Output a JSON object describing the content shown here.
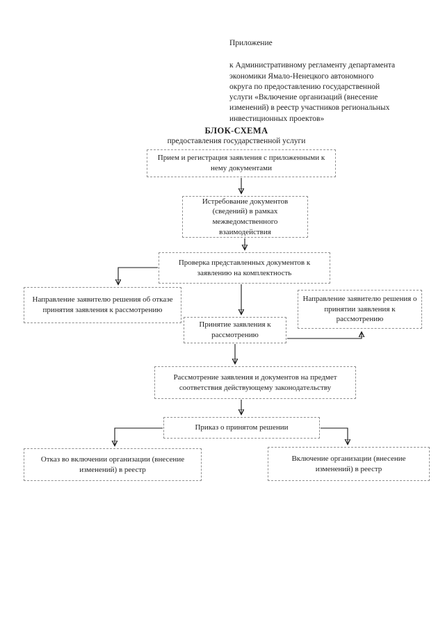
{
  "header": {
    "appendix_label": "Приложение",
    "appendix_lines": [
      "к Административному регламенту департамента",
      "экономики Ямало-Ненецкого автономного",
      "округа по предоставлению государственной",
      "услуги «Включение организаций (внесение",
      "изменений) в реестр участников региональных",
      "инвестиционных  проектов»"
    ]
  },
  "title_block": {
    "title": "БЛОК-СХЕМА",
    "subtitle": "предоставления государственной услуги"
  },
  "flowchart": {
    "nodes": [
      {
        "id": "intake",
        "label": "Прием и регистрация заявления с приложенными к нему документами"
      },
      {
        "id": "interagency-request",
        "label": "Истребование документов (сведений) в рамках межведомственного взаимодействия"
      },
      {
        "id": "completeness-check",
        "label": "Проверка представленных документов к заявлению на комплектность"
      },
      {
        "id": "refusal-notice",
        "label": "Направление заявителю решения об отказе принятия заявления к рассмотрению"
      },
      {
        "id": "acceptance-notice",
        "label": "Направление заявителю решения о принятии заявления к рассмотрению"
      },
      {
        "id": "acceptance",
        "label": "Принятие заявления к рассмотрению"
      },
      {
        "id": "review",
        "label": "Рассмотрение заявления и документов на предмет соответствия действующему законодательству"
      },
      {
        "id": "order",
        "label": "Приказ о принятом решении"
      },
      {
        "id": "refusal-result",
        "label": "Отказ во включении организации (внесение изменений) в реестр"
      },
      {
        "id": "inclusion-result",
        "label": "Включение организации (внесение изменений) в реестр"
      }
    ],
    "edges": [
      {
        "from": "intake",
        "to": "interagency-request"
      },
      {
        "from": "interagency-request",
        "to": "completeness-check"
      },
      {
        "from": "completeness-check",
        "to": "refusal-notice"
      },
      {
        "from": "completeness-check",
        "to": "acceptance"
      },
      {
        "from": "acceptance",
        "to": "acceptance-notice"
      },
      {
        "from": "acceptance",
        "to": "review"
      },
      {
        "from": "review",
        "to": "order"
      },
      {
        "from": "order",
        "to": "refusal-result"
      },
      {
        "from": "order",
        "to": "inclusion-result"
      }
    ]
  },
  "colors": {
    "ink": "#1f1f1f",
    "box_border": "#8f8f8f",
    "arrow": "#161616",
    "paper": "#ffffff"
  }
}
